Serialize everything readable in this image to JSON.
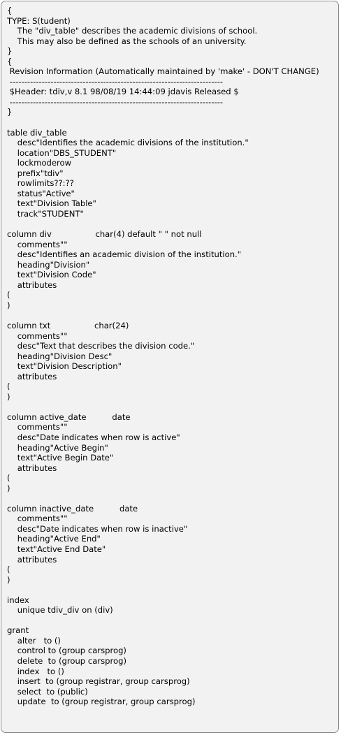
{
  "lines": [
    "{",
    "TYPE: S(tudent)",
    "    The \"div_table\" describes the academic divisions of school.",
    "    This may also be defined as the schools of an university.",
    "}",
    "{",
    " Revision Information (Automatically maintained by 'make' - DON'T CHANGE)",
    " -------------------------------------------------------------------------",
    " $Header: tdiv,v 8.1 98/08/19 14:44:09 jdavis Released $",
    " -------------------------------------------------------------------------",
    "}",
    "",
    "table div_table",
    "    desc\"Identifies the academic divisions of the institution.\"",
    "    location\"DBS_STUDENT\"",
    "    lockmoderow",
    "    prefix\"tdiv\"",
    "    rowlimits??:??",
    "    status\"Active\"",
    "    text\"Division Table\"",
    "    track\"STUDENT\"",
    "",
    "column div                 char(4) default \" \" not null",
    "    comments\"\"",
    "    desc\"Identifies an academic division of the institution.\"",
    "    heading\"Division\"",
    "    text\"Division Code\"",
    "    attributes",
    "(",
    ")",
    "",
    "column txt                 char(24)",
    "    comments\"\"",
    "    desc\"Text that describes the division code.\"",
    "    heading\"Division Desc\"",
    "    text\"Division Description\"",
    "    attributes",
    "(",
    ")",
    "",
    "column active_date          date",
    "    comments\"\"",
    "    desc\"Date indicates when row is active\"",
    "    heading\"Active Begin\"",
    "    text\"Active Begin Date\"",
    "    attributes",
    "(",
    ")",
    "",
    "column inactive_date          date",
    "    comments\"\"",
    "    desc\"Date indicates when row is inactive\"",
    "    heading\"Active End\"",
    "    text\"Active End Date\"",
    "    attributes",
    "(",
    ")",
    "",
    "index",
    "    unique tdiv_div on (div)",
    "",
    "grant",
    "    alter   to ()",
    "    control to (group carsprog)",
    "    delete  to (group carsprog)",
    "    index   to ()",
    "    insert  to (group registrar, group carsprog)",
    "    select  to (public)",
    "    update  to (group registrar, group carsprog)"
  ]
}
